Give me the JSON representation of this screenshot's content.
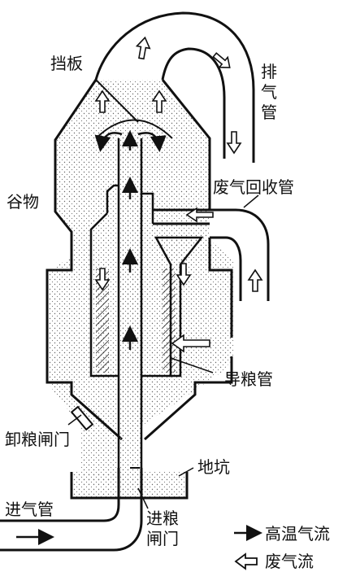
{
  "labels": {
    "baffle": "挡板",
    "exhaust_pipe": [
      "排",
      "气",
      "管"
    ],
    "grain": "谷物",
    "waste_gas_return_pipe": "废气回收管",
    "grain_guide_pipe": "导粮管",
    "unloading_gate": "卸粮闸门",
    "pit": "地坑",
    "inlet_pipe": "进气管",
    "grain_inlet_gate": [
      "进粮",
      "闸门"
    ]
  },
  "legend": {
    "hot_air_flow": "高温气流",
    "waste_gas_flow": "废气流"
  },
  "colors": {
    "ink": "#111111",
    "dots": "#555555",
    "background": "#ffffff"
  }
}
